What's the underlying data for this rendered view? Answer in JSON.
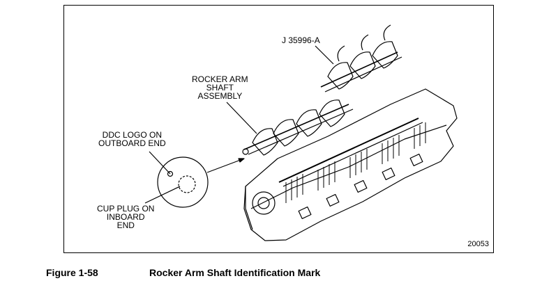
{
  "figure": {
    "number": "Figure 1-58",
    "title": "Rocker Arm Shaft Identification Mark",
    "drawing_number": "20053"
  },
  "callouts": {
    "tool": "J 35996-A",
    "rocker_shaft": [
      "ROCKER ARM",
      "SHAFT",
      "ASSEMBLY"
    ],
    "logo": [
      "DDC LOGO ON",
      "OUTBOARD END"
    ],
    "cup_plug": [
      "CUP PLUG ON",
      "INBOARD",
      "END"
    ]
  }
}
